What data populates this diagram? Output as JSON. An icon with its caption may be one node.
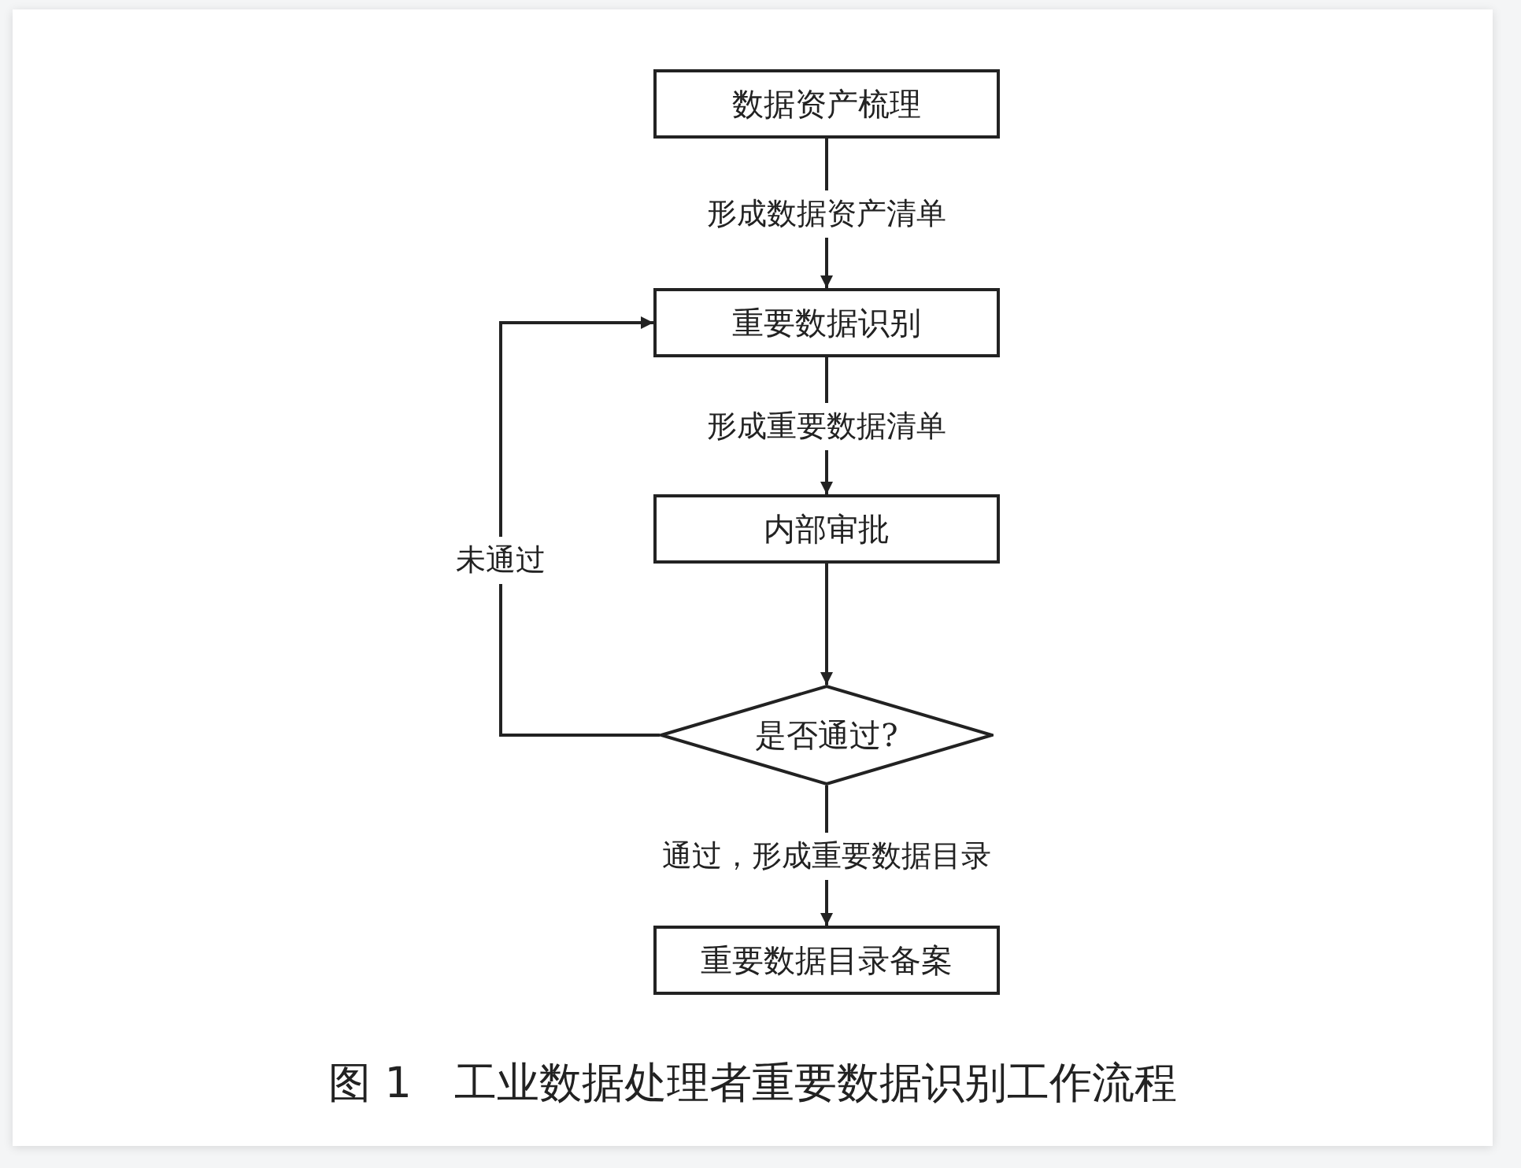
{
  "diagram": {
    "caption": "图 1　工业数据处理者重要数据识别工作流程",
    "nodes": [
      {
        "text": [
          "数据资产梳理"
        ]
      },
      {
        "text": [
          "重要数据识别"
        ]
      },
      {
        "text": [
          "内部审批"
        ]
      },
      {
        "text": [
          "是否通过?"
        ]
      },
      {
        "text": [
          "重要数据目录备案"
        ]
      }
    ],
    "edges": [
      {
        "from": 0,
        "to": 1,
        "arrow": "to",
        "label": "形成数据资产清单"
      },
      {
        "from": 1,
        "to": 2,
        "arrow": "to",
        "label": "形成重要数据清单"
      },
      {
        "from": 2,
        "to": 3,
        "arrow": "to"
      },
      {
        "from": 3,
        "to": 1,
        "arrow": "to",
        "label": "未通过"
      },
      {
        "from": 3,
        "to": 4,
        "arrow": "to",
        "label": "通过，形成重要数据目录"
      }
    ]
  }
}
